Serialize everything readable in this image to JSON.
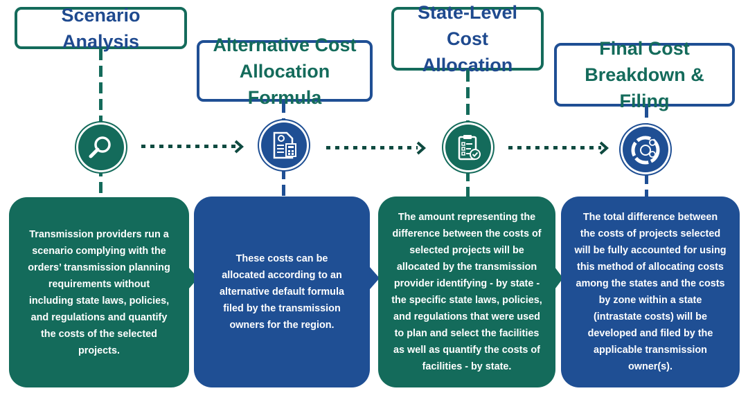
{
  "steps": [
    {
      "title": "Scenario Analysis",
      "icon": "magnifying-glass-icon",
      "description": "Transmission providers run a\nscenario complying with the\norders’ transmission planning\nrequirements without\nincluding state laws, policies,\nand regulations and quantify\nthe costs of the selected\nprojects."
    },
    {
      "title": "Alternative Cost\nAllocation Formula",
      "icon": "cost-document-calculator-icon",
      "description": "These costs can be\nallocated according to an\nalternative default formula\nfiled by the transmission\nowners for the region."
    },
    {
      "title": "State-Level\nCost Allocation",
      "icon": "checklist-clipboard-icon",
      "description": "The amount representing the\ndifference between the costs of\nselected projects will be\nallocated by the transmission\nprovider identifying - by state -\nthe specific state laws, policies,\nand regulations that were used\nto plan and select the facilities\nas well as quantify the costs of\nfacilities - by state."
    },
    {
      "title": "Final Cost\nBreakdown & Filing",
      "icon": "cost-pie-chart-icon",
      "description": "The total difference between\nthe costs of projects selected\nwill be fully accounted for using\nthis method of allocating costs\namong the states and the costs\nby zone within a state\n(intrastate costs) will be\ndeveloped and filed by the\napplicable transmission\nowner(s)."
    }
  ],
  "colors": {
    "green": "#146b5b",
    "blue": "#1f4f94",
    "arrow": "#0e4a40",
    "white": "#ffffff"
  }
}
